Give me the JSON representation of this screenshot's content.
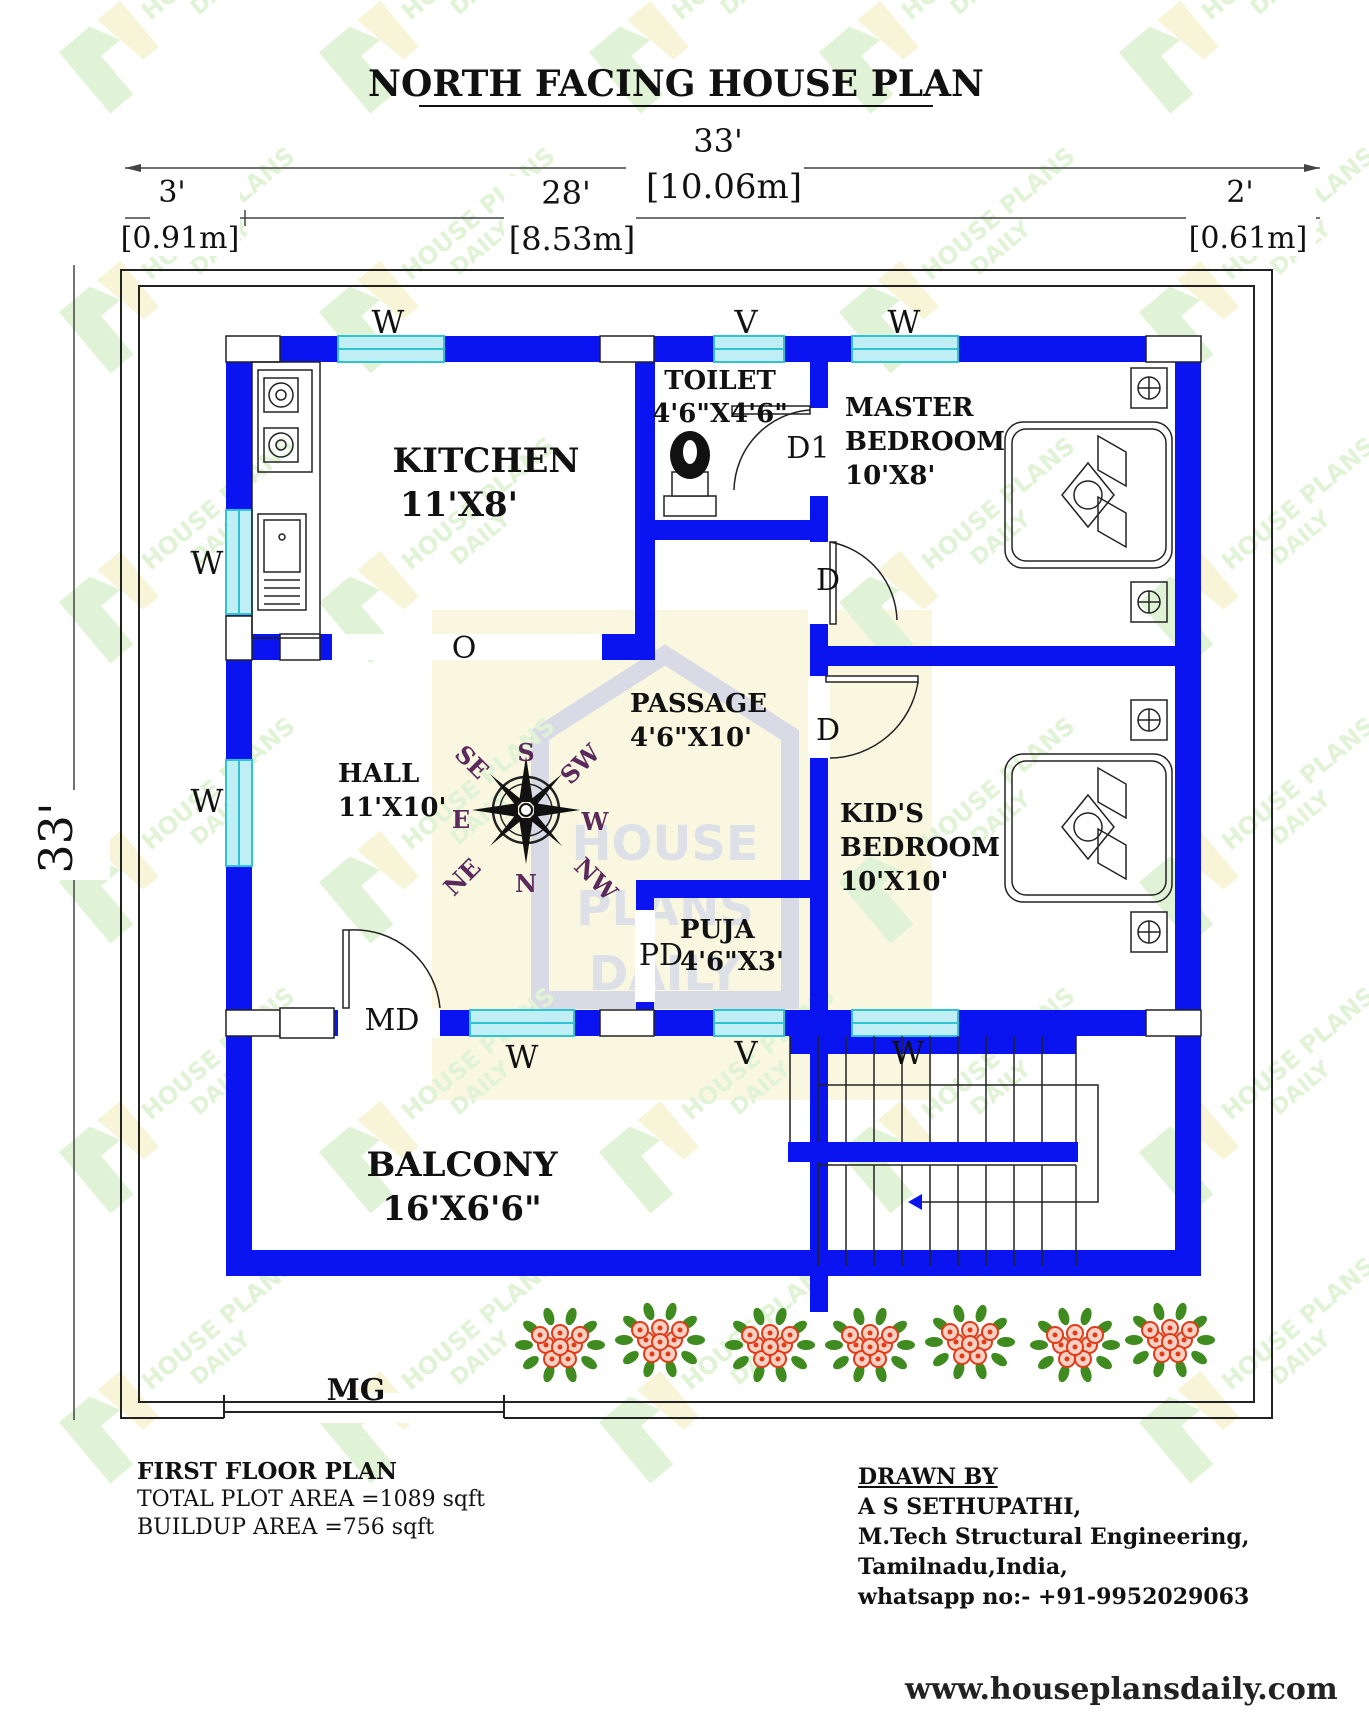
{
  "title": "NORTH FACING HOUSE PLAN",
  "dimensions": {
    "top_total_ft": "33'",
    "top_total_m": "[10.06m]",
    "left_seg_ft": "3'",
    "left_seg_m": "[0.91m]",
    "mid_seg_ft": "28'",
    "mid_seg_m": "[8.53m]",
    "right_seg_ft": "2'",
    "right_seg_m": "[0.61m]",
    "side_total_ft": "33'"
  },
  "rooms": {
    "kitchen": {
      "name": "KITCHEN",
      "size": "11'X8'"
    },
    "toilet": {
      "name": "TOILET",
      "size": "4'6\"X4'6\""
    },
    "master_bedroom": {
      "name_line1": "MASTER",
      "name_line2": "BEDROOM",
      "size": "10'X8'"
    },
    "passage": {
      "name": "PASSAGE",
      "size": "4'6\"X10'"
    },
    "hall": {
      "name": "HALL",
      "size": "11'X10'"
    },
    "kids_bedroom": {
      "name_line1": "KID'S",
      "name_line2": "BEDROOM",
      "size": "10'X10'"
    },
    "puja": {
      "name": "PUJA",
      "size": "4'6\"X3'"
    },
    "balcony": {
      "name": "BALCONY",
      "size": "16'X6'6\""
    }
  },
  "openings": {
    "window": "W",
    "ventilator": "V",
    "door": "D",
    "door1": "D1",
    "opening": "O",
    "puja_door": "PD",
    "main_door": "MD",
    "main_gate": "MG"
  },
  "compass": {
    "s": "S",
    "sw": "SW",
    "w": "W",
    "nw": "NW",
    "n": "N",
    "ne": "NE",
    "e": "E",
    "se": "SE"
  },
  "watermark": {
    "line1": "HOUSE",
    "line2": "PLANS",
    "line3": "DAILY",
    "repeat_line1": "HOUSE PLANS",
    "repeat_line2": "DAILY"
  },
  "footer": {
    "plan_label": "FIRST FLOOR PLAN",
    "plot_area": "TOTAL PLOT AREA =1089 sqft",
    "buildup_area": "BUILDUP AREA =756 sqft",
    "drawn_by_label": "DRAWN BY",
    "author": "A S SETHUPATHI,",
    "qualification": "M.Tech Structural Engineering,",
    "location": "Tamilnadu,India,",
    "contact": "whatsapp no:- +91-9952029063",
    "website": "www.houseplansdaily.com"
  },
  "colors": {
    "wall": "#0a14f0",
    "window_glass": "#bfeff4",
    "window_frame": "#30c4d2",
    "watermark_green": "#c9e9b4",
    "watermark_yellow": "#f1ecb6",
    "compass_label": "#5a2a5c",
    "flower": "#e23b1a",
    "leaf": "#3f8b1f"
  }
}
